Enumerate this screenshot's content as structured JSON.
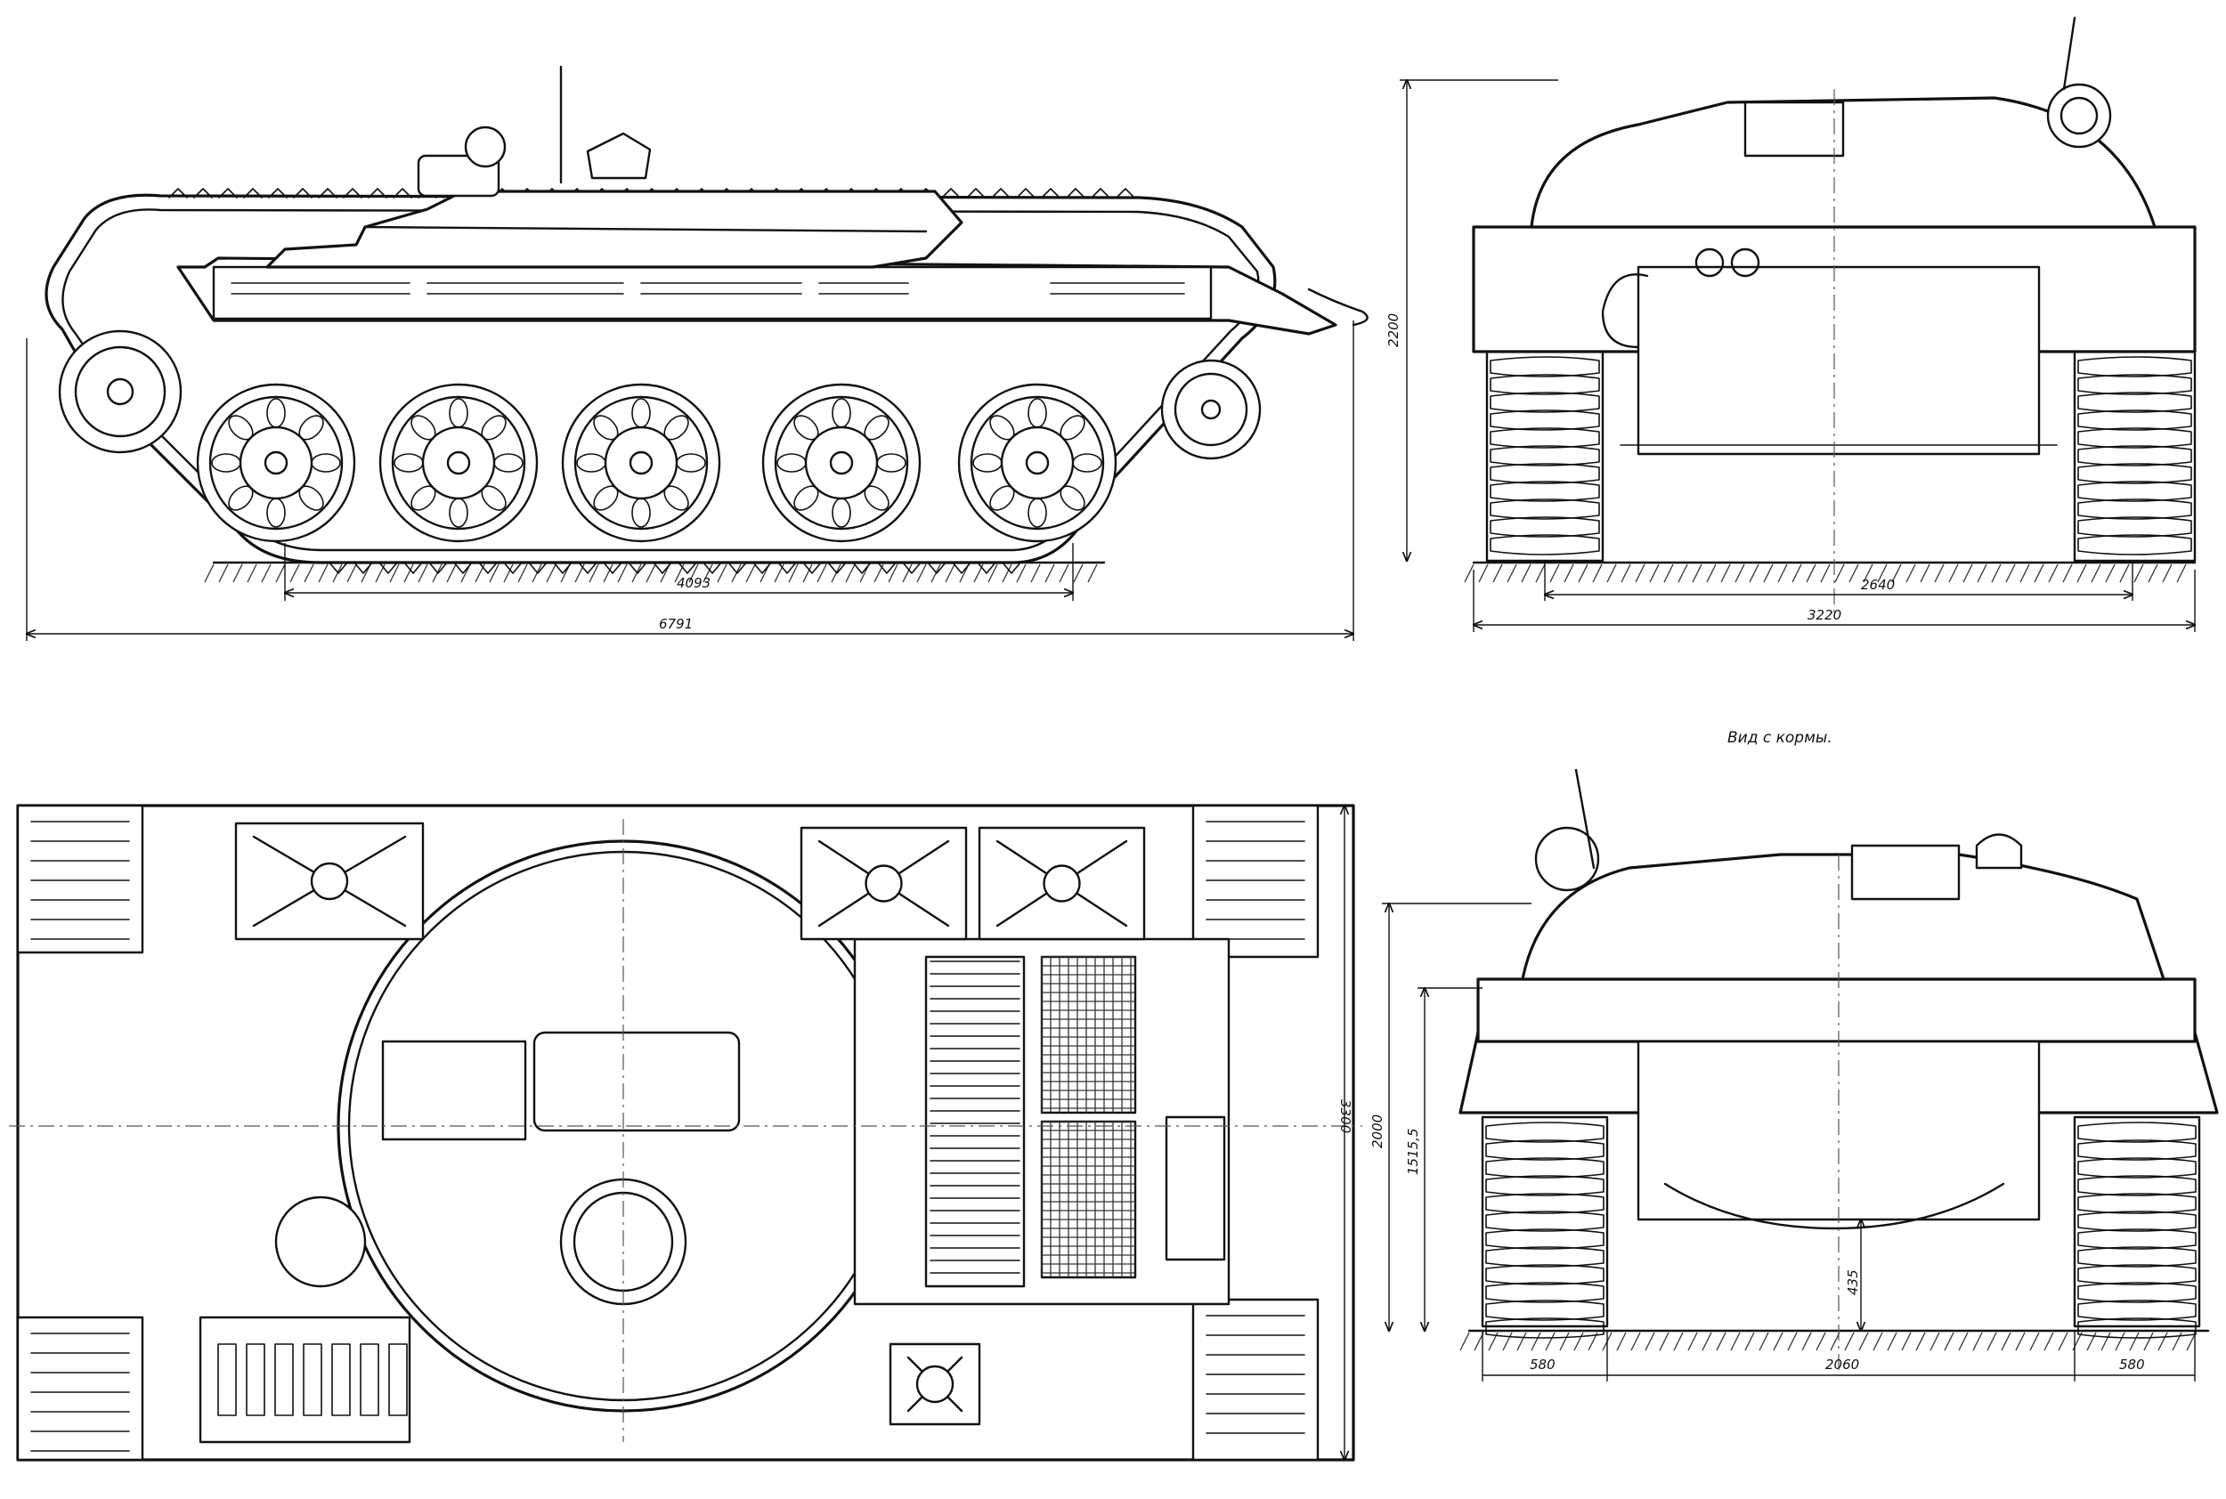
{
  "drawing": {
    "side_view": {
      "dim_wheelbase": "4093",
      "dim_length": "6791"
    },
    "front_view": {
      "dim_height": "2200",
      "dim_track": "2640",
      "dim_width": "3220"
    },
    "top_view": {
      "dim_width": "3300"
    },
    "rear_view": {
      "caption": "Вид с кормы.",
      "dim_height": "2000",
      "dim_hull": "1515,5",
      "dim_clearance": "435",
      "dim_left_track": "580",
      "dim_between": "2060",
      "dim_right_track": "580"
    }
  }
}
